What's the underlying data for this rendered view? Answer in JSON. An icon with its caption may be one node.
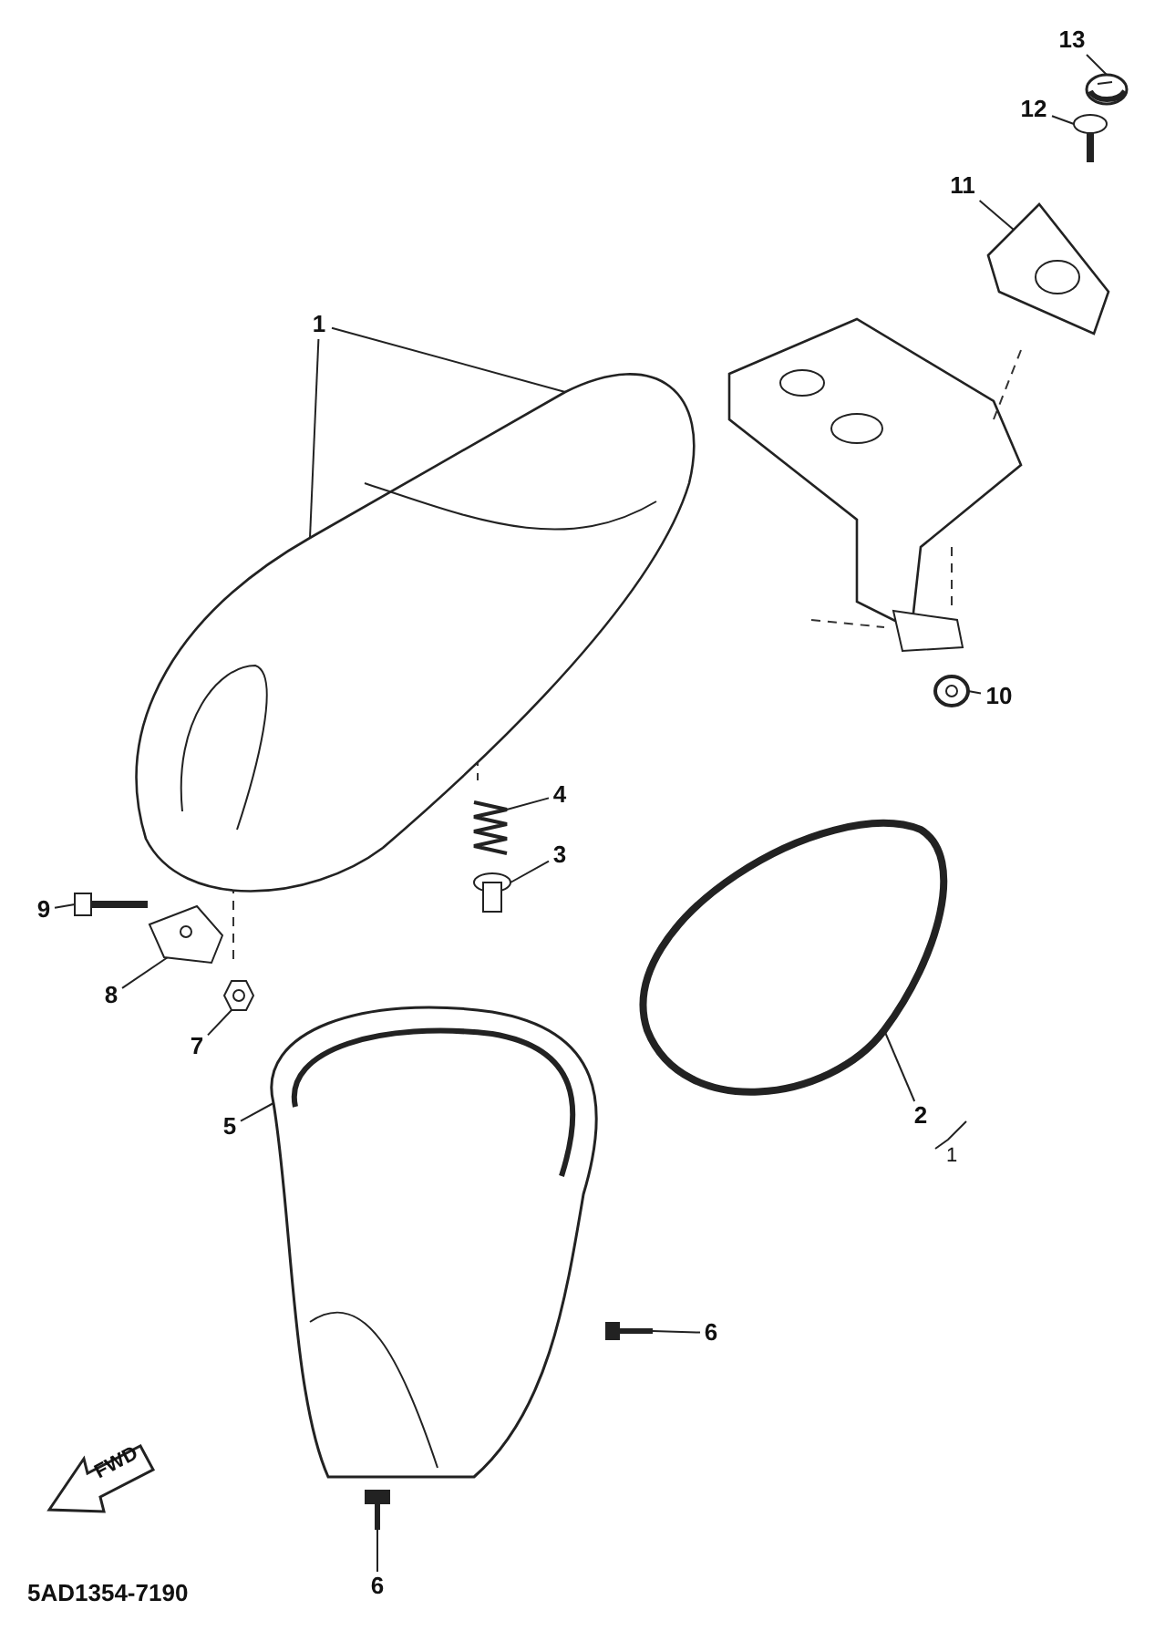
{
  "diagram": {
    "nodes": [
      {
        "text": [
          "1"
        ]
      },
      {
        "text": [],
        "shape": "picture"
      },
      {
        "text": [
          "2"
        ]
      },
      {
        "text": [],
        "shape": "picture"
      },
      {
        "text": [
          "3"
        ]
      },
      {
        "text": [],
        "shape": "picture"
      },
      {
        "text": [
          "4"
        ]
      },
      {
        "text": [],
        "shape": "picture"
      },
      {
        "text": [
          "5"
        ]
      },
      {
        "text": [],
        "shape": "picture"
      },
      {
        "text": [
          "6"
        ]
      },
      {
        "text": [],
        "shape": "picture"
      },
      {
        "text": [
          "6"
        ]
      },
      {
        "text": [],
        "shape": "picture"
      },
      {
        "text": [
          "7"
        ]
      },
      {
        "text": [],
        "shape": "picture"
      },
      {
        "text": [
          "8"
        ]
      },
      {
        "text": [],
        "shape": "picture"
      },
      {
        "text": [
          "9"
        ]
      },
      {
        "text": [],
        "shape": "picture"
      },
      {
        "text": [
          "10"
        ]
      },
      {
        "text": [],
        "shape": "picture"
      },
      {
        "text": [
          "11"
        ]
      },
      {
        "text": [],
        "shape": "picture"
      },
      {
        "text": [
          "12"
        ]
      },
      {
        "text": [],
        "shape": "picture"
      },
      {
        "text": [
          "13"
        ]
      },
      {
        "text": [],
        "shape": "picture"
      }
    ],
    "edges": [
      {
        "from": 0,
        "to": 1,
        "arrow": "none"
      },
      {
        "from": 0,
        "to": 1,
        "arrow": "none"
      },
      {
        "from": 2,
        "to": 3,
        "arrow": "none"
      },
      {
        "from": 4,
        "to": 5,
        "arrow": "none"
      },
      {
        "from": 6,
        "to": 7,
        "arrow": "none"
      },
      {
        "from": 8,
        "to": 9,
        "arrow": "none"
      },
      {
        "from": 10,
        "to": 11,
        "arrow": "none"
      },
      {
        "from": 12,
        "to": 13,
        "arrow": "none"
      },
      {
        "from": 14,
        "to": 15,
        "arrow": "none"
      },
      {
        "from": 16,
        "to": 17,
        "arrow": "none"
      },
      {
        "from": 18,
        "to": 19,
        "arrow": "none"
      },
      {
        "from": 20,
        "to": 21,
        "arrow": "none"
      },
      {
        "from": 22,
        "to": 23,
        "arrow": "none"
      },
      {
        "from": 24,
        "to": 25,
        "arrow": "none"
      },
      {
        "from": 26,
        "to": 27,
        "arrow": "none"
      }
    ],
    "labels": [
      "1",
      "FWD",
      "5AD1354-7190"
    ]
  }
}
